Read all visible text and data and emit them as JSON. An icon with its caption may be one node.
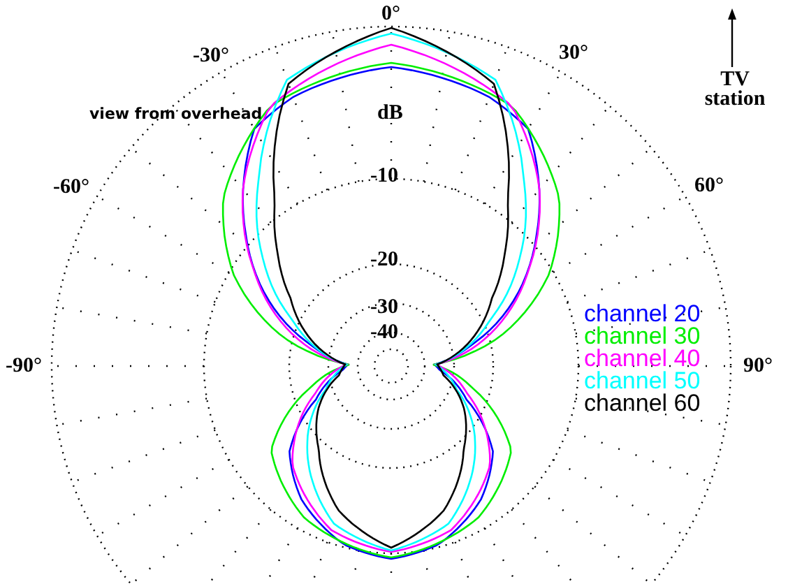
{
  "diagram": {
    "labels": [
      "0°",
      "-30°",
      "30°",
      "TV station",
      "view from overhead",
      "dB",
      "-60°",
      "-10",
      "60°",
      "-20",
      "-30",
      "-40",
      "-90°",
      "90°"
    ],
    "legend": [
      {
        "text": "channel 20",
        "color": "#0000ff"
      },
      {
        "text": "channel 30",
        "color": "#00ee00"
      },
      {
        "text": "channel 40",
        "color": "#ff00ff"
      },
      {
        "text": "channel 50",
        "color": "#00ffff"
      },
      {
        "text": "channel 60",
        "color": "#000000"
      }
    ]
  }
}
